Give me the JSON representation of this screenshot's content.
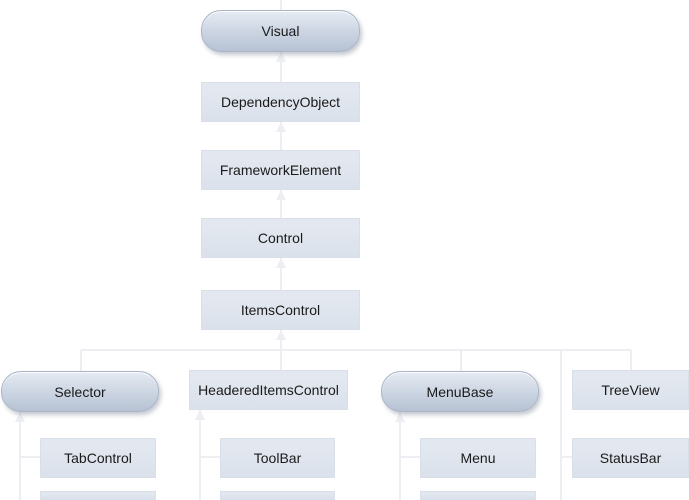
{
  "nodes": {
    "visual": "Visual",
    "dependency_object": "DependencyObject",
    "framework_element": "FrameworkElement",
    "control": "Control",
    "items_control": "ItemsControl",
    "selector": "Selector",
    "headered_items_control": "HeaderedItemsControl",
    "menu_base": "MenuBase",
    "tree_view": "TreeView",
    "tab_control": "TabControl",
    "tool_bar": "ToolBar",
    "menu": "Menu",
    "status_bar": "StatusBar"
  },
  "colors": {
    "connector": "#eceef2",
    "box_fill": "#e1e6ee",
    "pill_fill": "#c8d1de",
    "pill_border": "#a9b5c7",
    "text": "#1a1a1a"
  }
}
